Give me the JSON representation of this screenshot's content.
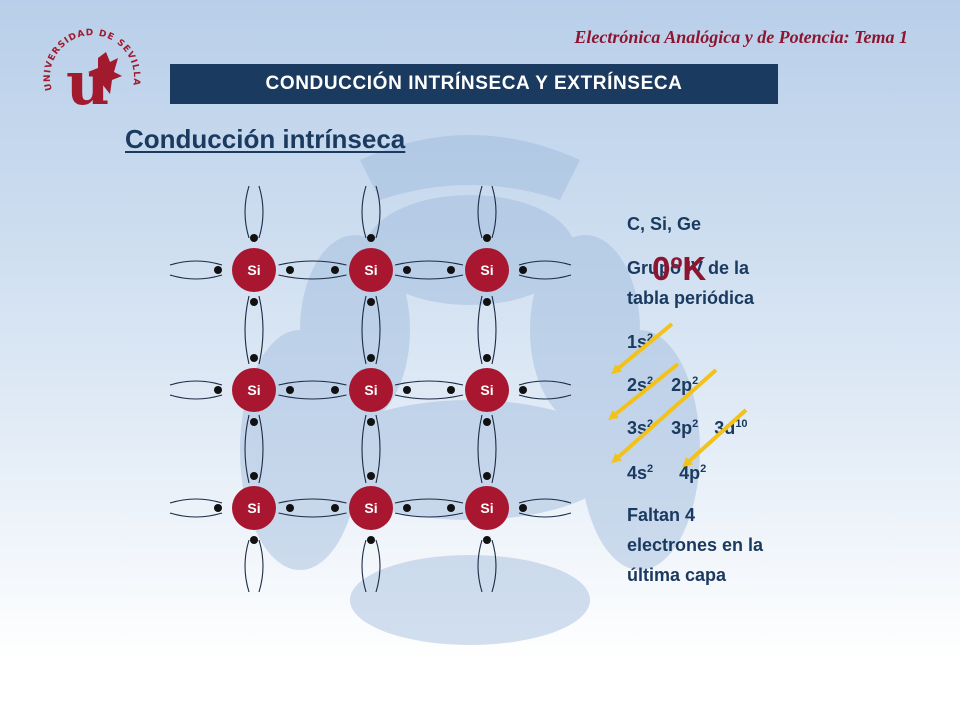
{
  "header": {
    "course_title": "Electrónica Analógica y de Potencia: Tema 1",
    "banner": "CONDUCCIÓN INTRÍNSECA Y EXTRÍNSECA"
  },
  "logo": {
    "ring_text": "UNIVERSIDAD DE SEVILLA",
    "letter": "u"
  },
  "section_title": "Conducción intrínseca",
  "lattice": {
    "atom_label": "Si",
    "rows": 3,
    "cols": 3,
    "atom_color": "#a8172f"
  },
  "info": {
    "elements": "C, Si, Ge",
    "group_line1": "Grupo IV de la",
    "group_line2": "tabla periódica",
    "temperature": "0ºK",
    "config": {
      "l1": {
        "a": "1s",
        "a_exp": "2"
      },
      "l2": {
        "a": "2s",
        "a_exp": "2",
        "b": "2p",
        "b_exp": "2"
      },
      "l3": {
        "a": "3s",
        "a_exp": "2",
        "b": "3p",
        "b_exp": "2",
        "c": "3d",
        "c_exp": "10"
      },
      "l4": {
        "a": "4s",
        "a_exp": "2",
        "b": "4p",
        "b_exp": "2"
      }
    },
    "missing_line1": "Faltan 4",
    "missing_line2": "electrones en la",
    "missing_line3": "última capa"
  },
  "colors": {
    "title_blue": "#1b3a60",
    "accent_red": "#8e1530",
    "arrow_yellow": "#f3c21a"
  }
}
